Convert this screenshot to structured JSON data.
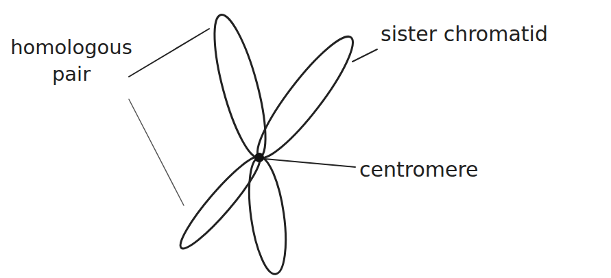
{
  "diagram": {
    "labels": [
      "homologous pair",
      "sister chromatid",
      "centromere"
    ]
  }
}
